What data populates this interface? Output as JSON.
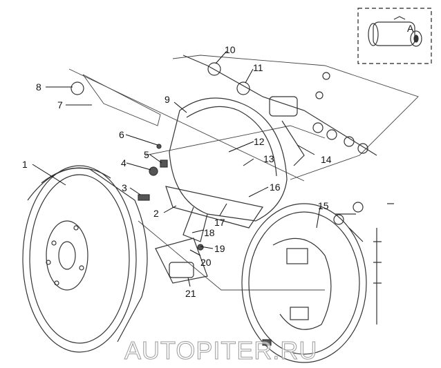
{
  "diagram": {
    "callouts": [
      "1",
      "2",
      "3",
      "4",
      "5",
      "6",
      "7",
      "8",
      "9",
      "10",
      "11",
      "12",
      "13",
      "14",
      "15",
      "16",
      "17",
      "18",
      "19",
      "20",
      "21"
    ],
    "inset_label": "A",
    "watermark": "AUTOPITER.RU"
  }
}
